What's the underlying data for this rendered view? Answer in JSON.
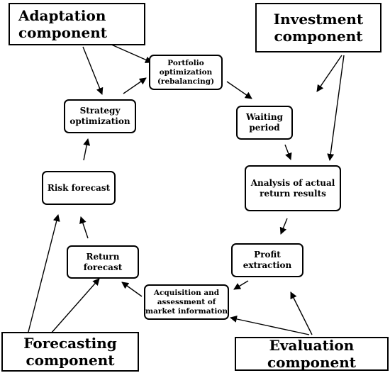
{
  "components": {
    "adaptation": "Adaptation\ncomponent",
    "investment": "Investment\ncomponent",
    "forecasting": "Forecasting\ncomponent",
    "evaluation": "Evaluation component"
  },
  "steps": {
    "portfolio_optimization": "Portfolio\noptimization\n(rebalancing)",
    "strategy_optimization": "Strategy\noptimization",
    "waiting_period": "Waiting\nperiod",
    "analysis_actual_returns": "Analysis of actual\nreturn results",
    "risk_forecast": "Risk forecast",
    "profit_extraction": "Profit\nextraction",
    "return_forecast": "Return\nforecast",
    "acquisition_market_info": "Acquisition and\nassessment of\nmarket information"
  }
}
